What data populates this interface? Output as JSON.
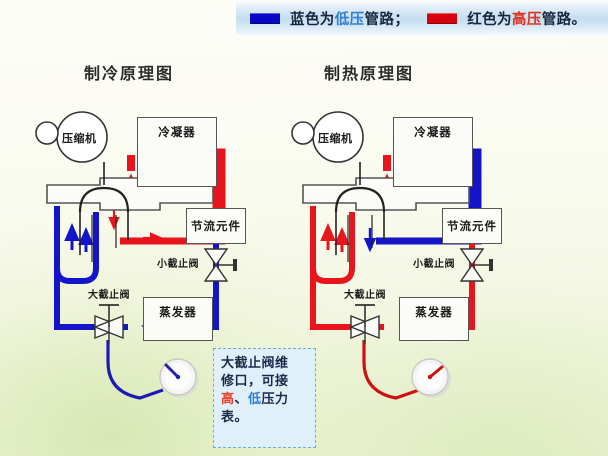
{
  "legend": {
    "blue_swatch_color": "#0707C8",
    "red_swatch_color": "#D7000F",
    "blue_text_a": "蓝色为",
    "blue_text_hl": "低压",
    "blue_text_b": "管路；",
    "red_text_a": "红色为",
    "red_text_hl": "高压",
    "red_text_b": "管路。"
  },
  "diagrams": [
    {
      "title": "制冷原理图",
      "compressor": "压缩机",
      "condenser": "冷凝器",
      "throttle": "节流元件",
      "evaporator": "蒸发器",
      "small_valve": "小截止阀",
      "large_valve": "大截止阀",
      "gauge_color": "#2222aa",
      "high_side_color": "#E8151C",
      "low_side_color": "#1414C8"
    },
    {
      "title": "制热原理图",
      "compressor": "压缩机",
      "condenser": "冷凝器",
      "throttle": "节流元件",
      "evaporator": "蒸发器",
      "small_valve": "小截止阀",
      "large_valve": "大截止阀",
      "gauge_color": "#cc1111",
      "high_side_color": "#E8151C",
      "low_side_color": "#1414C8"
    }
  ],
  "callout": {
    "line1": "大截止阀维",
    "line2": "修口，可接",
    "line3_red": "高",
    "line3_mid": "、",
    "line3_blue": "低",
    "line3_end": "压力",
    "line4": "表。"
  },
  "colors": {
    "pipe_red": "#E8151C",
    "pipe_blue": "#1414C8",
    "outline": "#555555",
    "background_top": "#FDFDF8",
    "background_bottom": "#EDF3D6"
  }
}
